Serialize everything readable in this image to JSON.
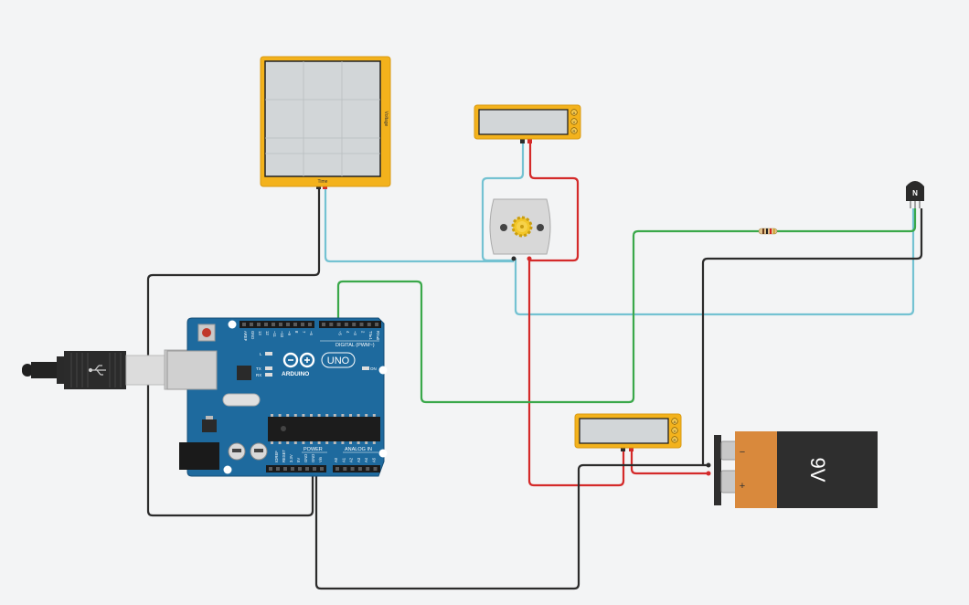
{
  "canvas": {
    "background": "#f3f4f5"
  },
  "colors": {
    "wire_black": "#2b2b2b",
    "wire_red": "#d42a2a",
    "wire_blue": "#74c2d2",
    "wire_green": "#3aa84a",
    "meter_orange": "#f3b21c",
    "arduino_blue": "#1e6a9e",
    "battery_orange": "#d9893c",
    "battery_dark": "#2e2e2e"
  },
  "oscilloscope": {
    "y_label": "Voltage",
    "x_label": "Time"
  },
  "multimeter_top": {
    "buttons": [
      "A",
      "V",
      "R"
    ]
  },
  "multimeter_bottom": {
    "buttons": [
      "A",
      "V",
      "R"
    ]
  },
  "arduino": {
    "logo_text": "ARDUINO",
    "model": "UNO",
    "digital_label": "DIGITAL (PWM~)",
    "power_label": "POWER",
    "analog_label": "ANALOG IN",
    "on_label": "ON",
    "led_labels": [
      "L",
      "TX",
      "RX"
    ],
    "top_pins": [
      "AREF",
      "GND",
      "13",
      "12",
      "~11",
      "~10",
      "~9",
      "8",
      "7",
      "~6",
      "~5",
      "4",
      "~3",
      "2",
      "TX▸1",
      "RX◂0"
    ],
    "power_pins": [
      "IOREF",
      "RESET",
      "3.3V",
      "5V",
      "GND",
      "GND",
      "Vin"
    ],
    "analog_pins": [
      "A0",
      "A1",
      "A2",
      "A3",
      "A4",
      "A5"
    ]
  },
  "battery": {
    "label": "9V",
    "minus": "−",
    "plus": "+"
  },
  "transistor": {
    "label": "N"
  }
}
